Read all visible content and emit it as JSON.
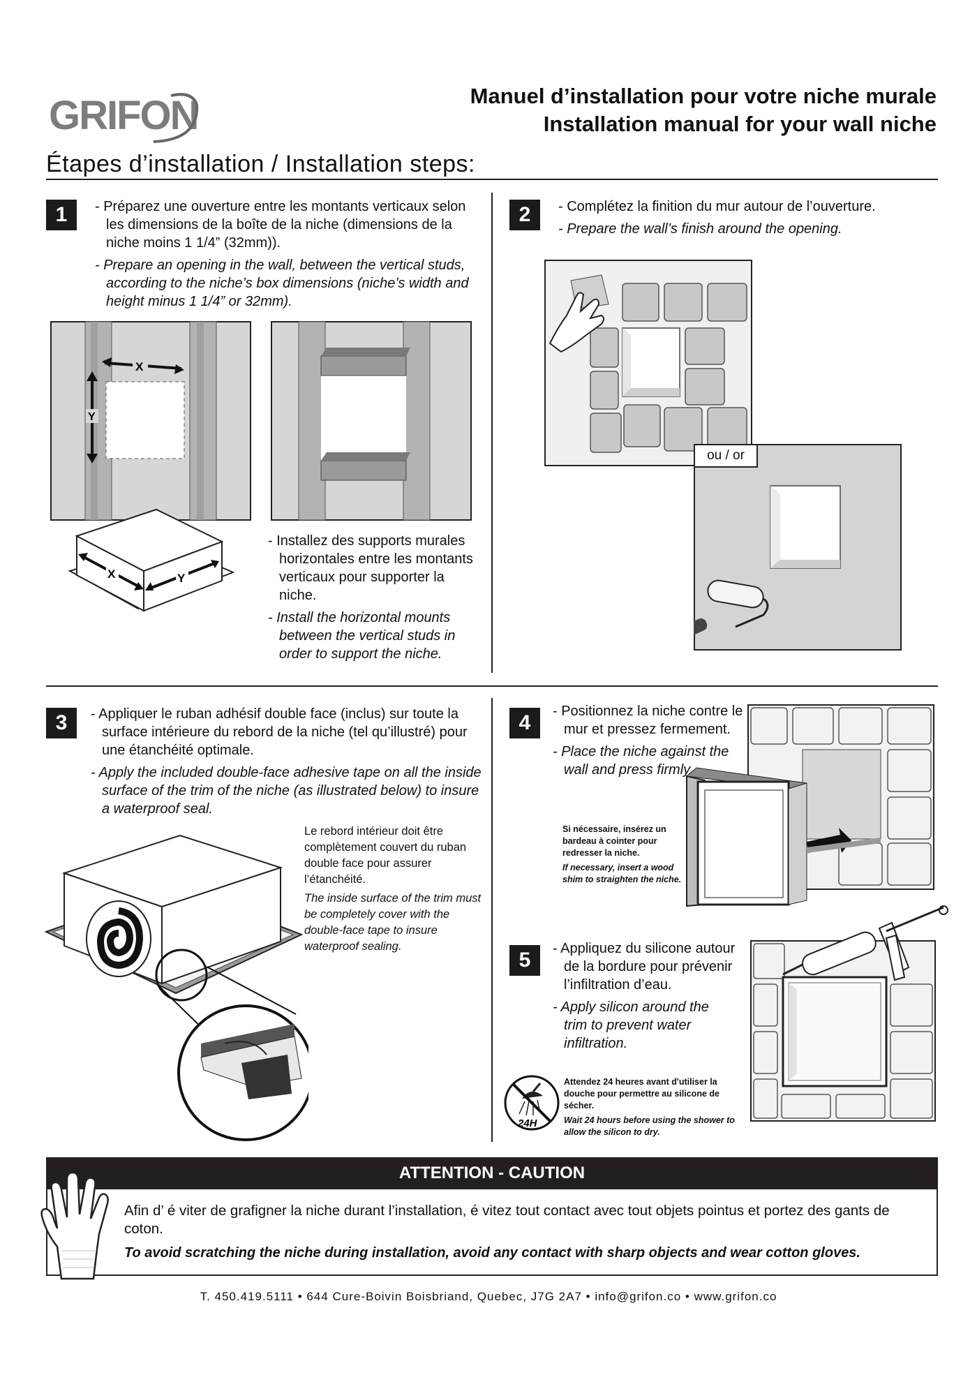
{
  "header": {
    "brand": "GRIFON",
    "title_fr": "Manuel d’installation pour votre niche murale",
    "title_en": "Installation manual for your wall niche"
  },
  "section_title": "Étapes d’installation / Installation steps:",
  "steps": [
    {
      "number": "1",
      "fr": "- Préparez une ouverture entre les montants verticaux selon les dimensions de la boîte de la niche (dimensions de la niche moins 1 1/4” (32mm)).",
      "en": "- Prepare an opening in the wall, between the vertical studs, according to the niche’s box dimensions (niche’s width and height minus 1 1/4” or 32mm).",
      "sub_fr": "- Installez des supports murales horizontales entre les montants verticaux pour supporter la niche.",
      "sub_en": "- Install the horizontal mounts between the vertical studs in order to support the niche.",
      "dim_x": "X",
      "dim_y": "Y"
    },
    {
      "number": "2",
      "fr": "- Complétez la finition du mur autour de l’ouverture.",
      "en": "- Prepare the wall’s finish around the opening.",
      "or_label": "ou / or"
    },
    {
      "number": "3",
      "fr": "- Appliquer le ruban adhésif double face (inclus) sur toute la surface intérieure du rebord de la niche (tel qu’illustré) pour une étanchéité optimale.",
      "en": "- Apply the included double-face adhesive tape on all the inside surface of the trim of the niche (as illustrated below) to insure a waterproof seal.",
      "note_fr": "Le rebord intérieur doit être complètement couvert du ruban double face pour assurer l’étanchéité.",
      "note_en": "The inside surface of the trim must be completely cover with the double-face tape to insure waterproof sealing."
    },
    {
      "number": "4",
      "fr": "- Positionnez la niche contre le mur et pressez fermement.",
      "en": "- Place the niche against the wall and press firmly.",
      "note_fr": "Si nécessaire, insérez un bardeau à cointer pour redresser la niche.",
      "note_en": "If necessary, insert a wood shim to straighten the niche."
    },
    {
      "number": "5",
      "fr": "- Appliquez du silicone autour de la bordure pour prévenir l’infiltration d’eau.",
      "en": "- Apply silicon around the trim to prevent water infiltration.",
      "note_fr": "Attendez 24 heures avant d'utiliser la douche pour permettre au silicone de sécher.",
      "note_en": "Wait 24 hours before using the shower to allow the silicon to dry.",
      "badge": "24H"
    }
  ],
  "caution": {
    "title": "ATTENTION - CAUTION",
    "fr": "Afin d’ é viter de grafigner la niche durant l’installation,  é vitez tout contact avec tout objets pointus et portez des gants de coton.",
    "en": "To avoid scratching the niche during installation, avoid any contact with sharp objects and wear cotton gloves."
  },
  "footer": "T. 450.419.5111 • 644 Cure-Boivin Boisbriand, Quebec, J7G 2A7 • info@grifon.co • www.grifon.co",
  "colors": {
    "dark": "#1b1b1b",
    "wall": "#d6d6d6",
    "stud": "#a9a9a9",
    "tile": "#c8c8c8"
  },
  "icons": [
    "glove-icon",
    "no-shower-icon",
    "caulk-gun-icon",
    "paint-roller-icon",
    "hand-icon"
  ]
}
